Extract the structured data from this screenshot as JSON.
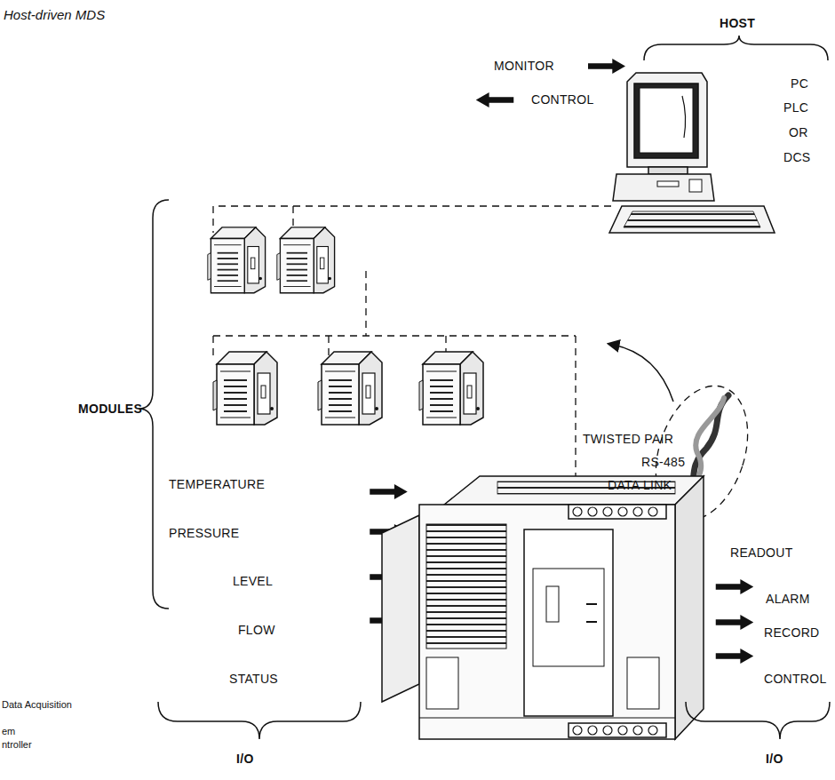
{
  "diagram": {
    "title": "Host-driven MDS",
    "labels": [
      "HOST",
      "MONITOR",
      "CONTROL",
      "PC",
      "PLC",
      "OR",
      "DCS",
      "MODULES",
      "TWISTED PAIR",
      "RS-485",
      "DATA LINK",
      "TEMPERATURE",
      "PRESSURE",
      "LEVEL",
      "FLOW",
      "STATUS",
      "READOUT",
      "ALARM",
      "RECORD",
      "CONTROL",
      "Data Acquisition",
      "em",
      "ntroller",
      "I/O",
      "I/O"
    ]
  }
}
